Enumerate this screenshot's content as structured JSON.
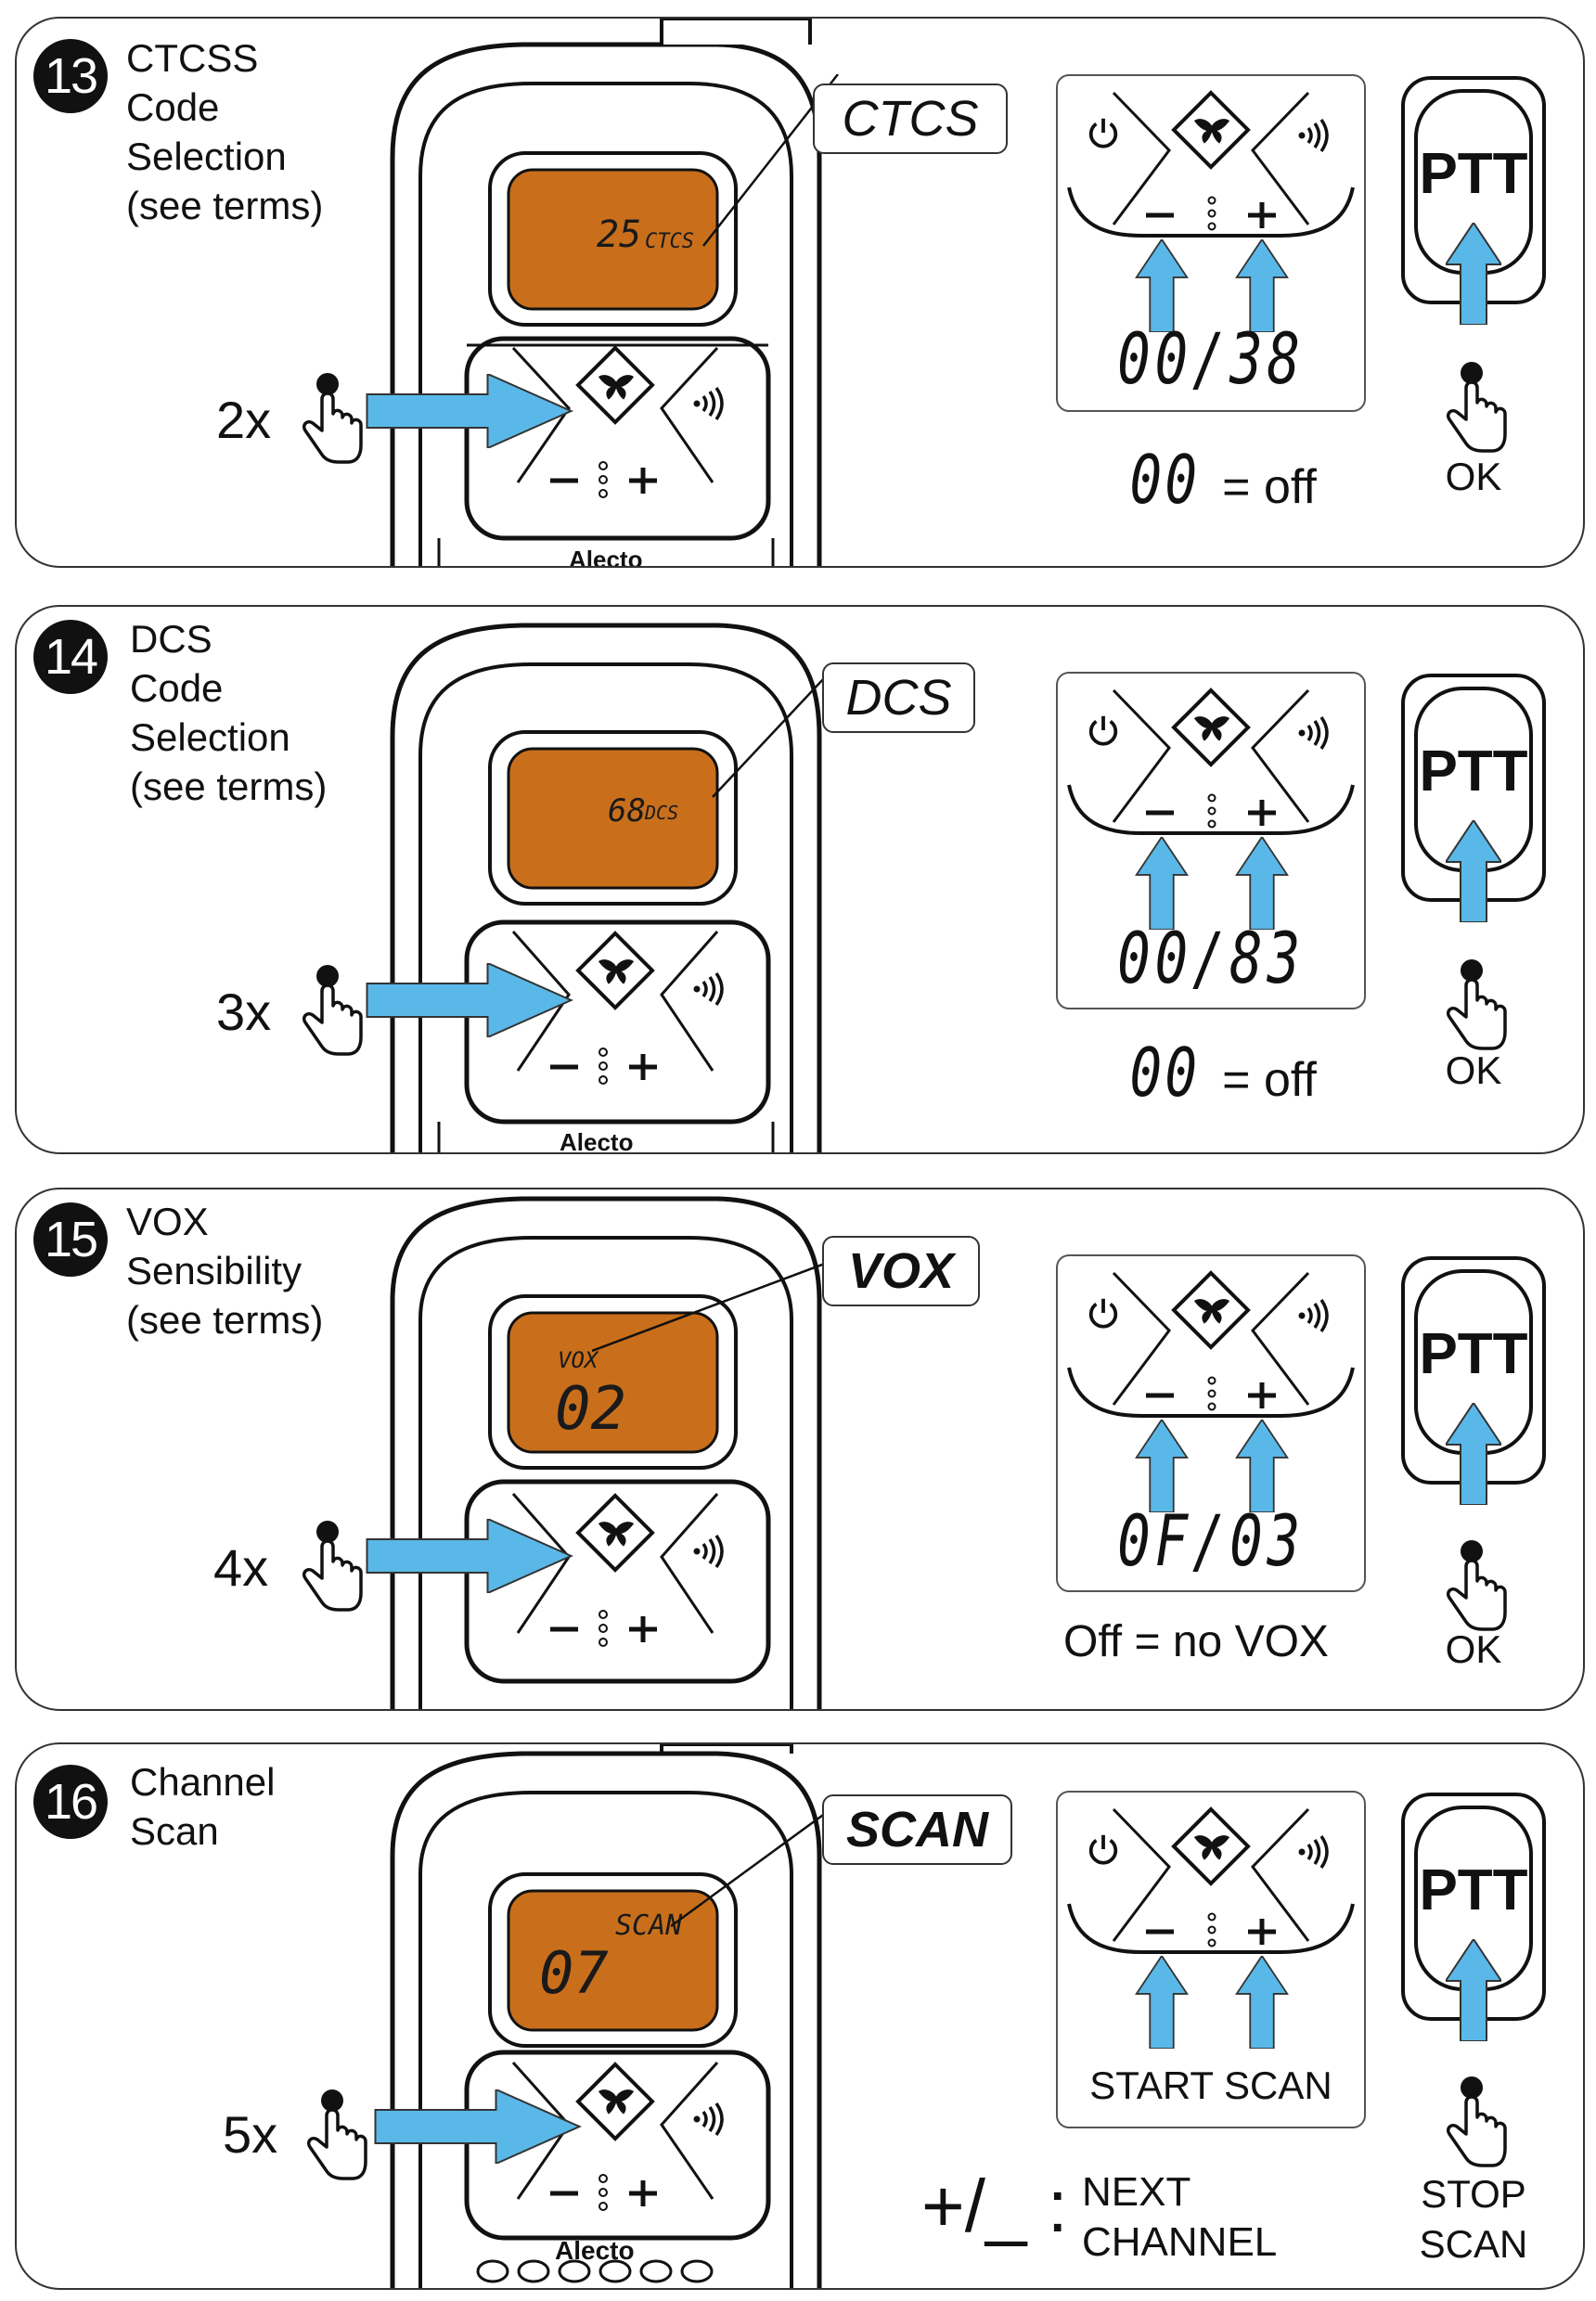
{
  "colors": {
    "lcd": "#c96f1c",
    "arrow": "#5ab8e8",
    "ink": "#111111"
  },
  "sections": [
    {
      "number": "13",
      "title": [
        "CTCSS",
        "Code",
        "Selection",
        "(see terms)"
      ],
      "presses": "2x",
      "callout": "CTCS",
      "lcd_value": "25",
      "lcd_tag": "CTCS",
      "range": "00/38",
      "note_code": "00",
      "note_text": "= off",
      "ptt": "PTT",
      "ok": "OK"
    },
    {
      "number": "14",
      "title": [
        "DCS",
        "Code",
        "Selection",
        "(see terms)"
      ],
      "presses": "3x",
      "callout": "DCS",
      "lcd_value": "68",
      "lcd_tag": "DCS",
      "range": "00/83",
      "note_code": "00",
      "note_text": "= off",
      "ptt": "PTT",
      "ok": "OK"
    },
    {
      "number": "15",
      "title": [
        "VOX",
        "Sensibility",
        "(see terms)"
      ],
      "presses": "4x",
      "callout": "VOX",
      "lcd_value": "02",
      "lcd_tag": "VOX",
      "range": "0F/03",
      "note_text": "Off = no VOX",
      "ptt": "PTT",
      "ok": "OK"
    },
    {
      "number": "16",
      "title": [
        "Channel",
        "Scan"
      ],
      "presses": "5x",
      "callout": "SCAN",
      "lcd_value": "07",
      "lcd_tag": "SCAN",
      "keypad_caption": "START SCAN",
      "next_symbol": "+/_ :",
      "next_text": [
        "NEXT",
        "CHANNEL"
      ],
      "ptt": "PTT",
      "ok": [
        "STOP",
        "SCAN"
      ]
    }
  ],
  "brand": "Alecto",
  "keys": {
    "minus": "−",
    "plus": "+"
  }
}
